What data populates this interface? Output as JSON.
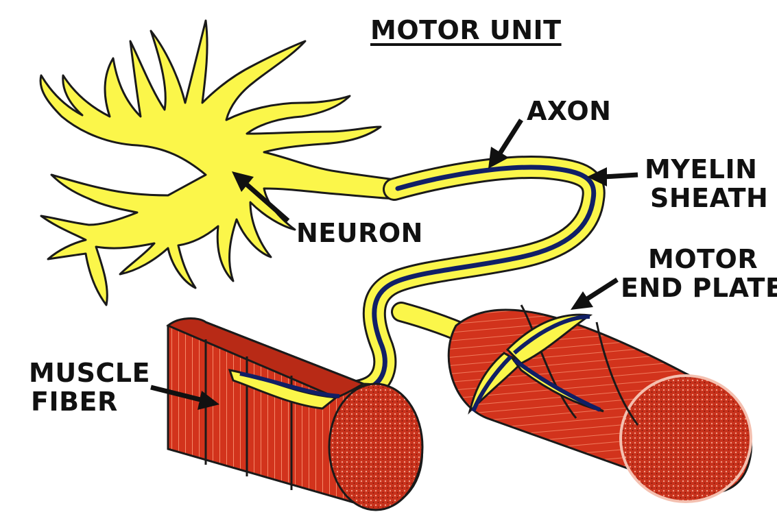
{
  "title": "MOTOR UNIT",
  "labels": {
    "axon": "AXON",
    "myelin_1": "MYELIN",
    "myelin_2": "SHEATH",
    "neuron": "NEURON",
    "motor_end_1": "MOTOR",
    "motor_end_2": "END PLATE",
    "muscle_1": "MUSCLE",
    "muscle_2": "FIBER"
  },
  "colors": {
    "neuron_fill": "#fbf64a",
    "axon_core": "#101f66",
    "muscle": "#d2331c",
    "muscle_dark": "#8c1a0c",
    "outline": "#1a1a1a"
  }
}
